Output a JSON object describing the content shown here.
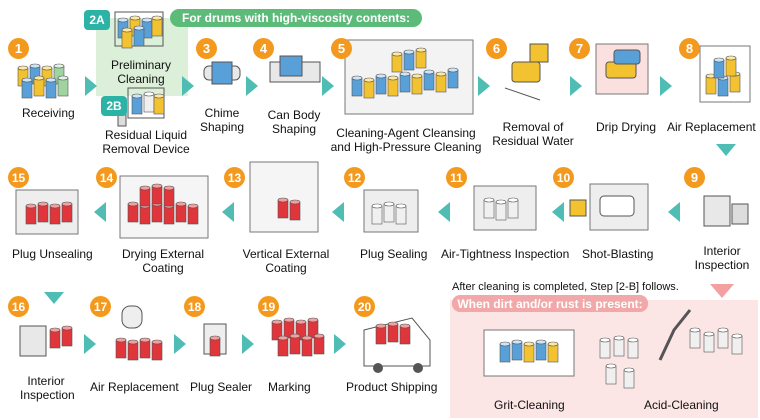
{
  "banner_viscosity": "For drums with high-viscosity contents:",
  "banner_dirt": "When dirt and/or rust is present:",
  "note_after_cleaning": "After cleaning is completed, Step [2-B] follows.",
  "steps": {
    "s1": {
      "num": "1",
      "label": "Receiving"
    },
    "s2a": {
      "num": "2A",
      "label": "Preliminary\nCleaning"
    },
    "s2b": {
      "num": "2B",
      "label": "Residual Liquid\nRemoval Device"
    },
    "s3": {
      "num": "3",
      "label": "Chime\nShaping"
    },
    "s4": {
      "num": "4",
      "label": "Can Body\nShaping"
    },
    "s5": {
      "num": "5",
      "label": "Cleaning-Agent Cleansing\nand High-Pressure Cleaning"
    },
    "s6": {
      "num": "6",
      "label": "Removal of\nResidual Water"
    },
    "s7": {
      "num": "7",
      "label": "Drip Drying"
    },
    "s8": {
      "num": "8",
      "label": "Air Replacement"
    },
    "s9": {
      "num": "9",
      "label": "Interior\nInspection"
    },
    "s10": {
      "num": "10",
      "label": "Shot-Blasting"
    },
    "s11": {
      "num": "11",
      "label": "Air-Tightness Inspection"
    },
    "s12": {
      "num": "12",
      "label": "Plug Sealing"
    },
    "s13": {
      "num": "13",
      "label": "Vertical External\nCoating"
    },
    "s14": {
      "num": "14",
      "label": "Drying External\nCoating"
    },
    "s15": {
      "num": "15",
      "label": "Plug Unsealing"
    },
    "s16": {
      "num": "16",
      "label": "Interior\nInspection"
    },
    "s17": {
      "num": "17",
      "label": "Air Replacement"
    },
    "s18": {
      "num": "18",
      "label": "Plug Sealer"
    },
    "s19": {
      "num": "19",
      "label": "Marking"
    },
    "s20": {
      "num": "20",
      "label": "Product Shipping"
    }
  },
  "sub_steps": {
    "grit": "Grit-Cleaning",
    "acid": "Acid-Cleaning"
  },
  "colors": {
    "badge": "#f39a1e",
    "arrow": "#4fbdb4",
    "banner_green": "#5dbb7a",
    "banner_pink": "#f2a8a8",
    "panel_pink": "#fbe5e5",
    "panel_green": "#dcefd8",
    "drum_red": "#e0353a",
    "drum_blue": "#5aa0d8",
    "drum_yellow": "#f2c230"
  }
}
